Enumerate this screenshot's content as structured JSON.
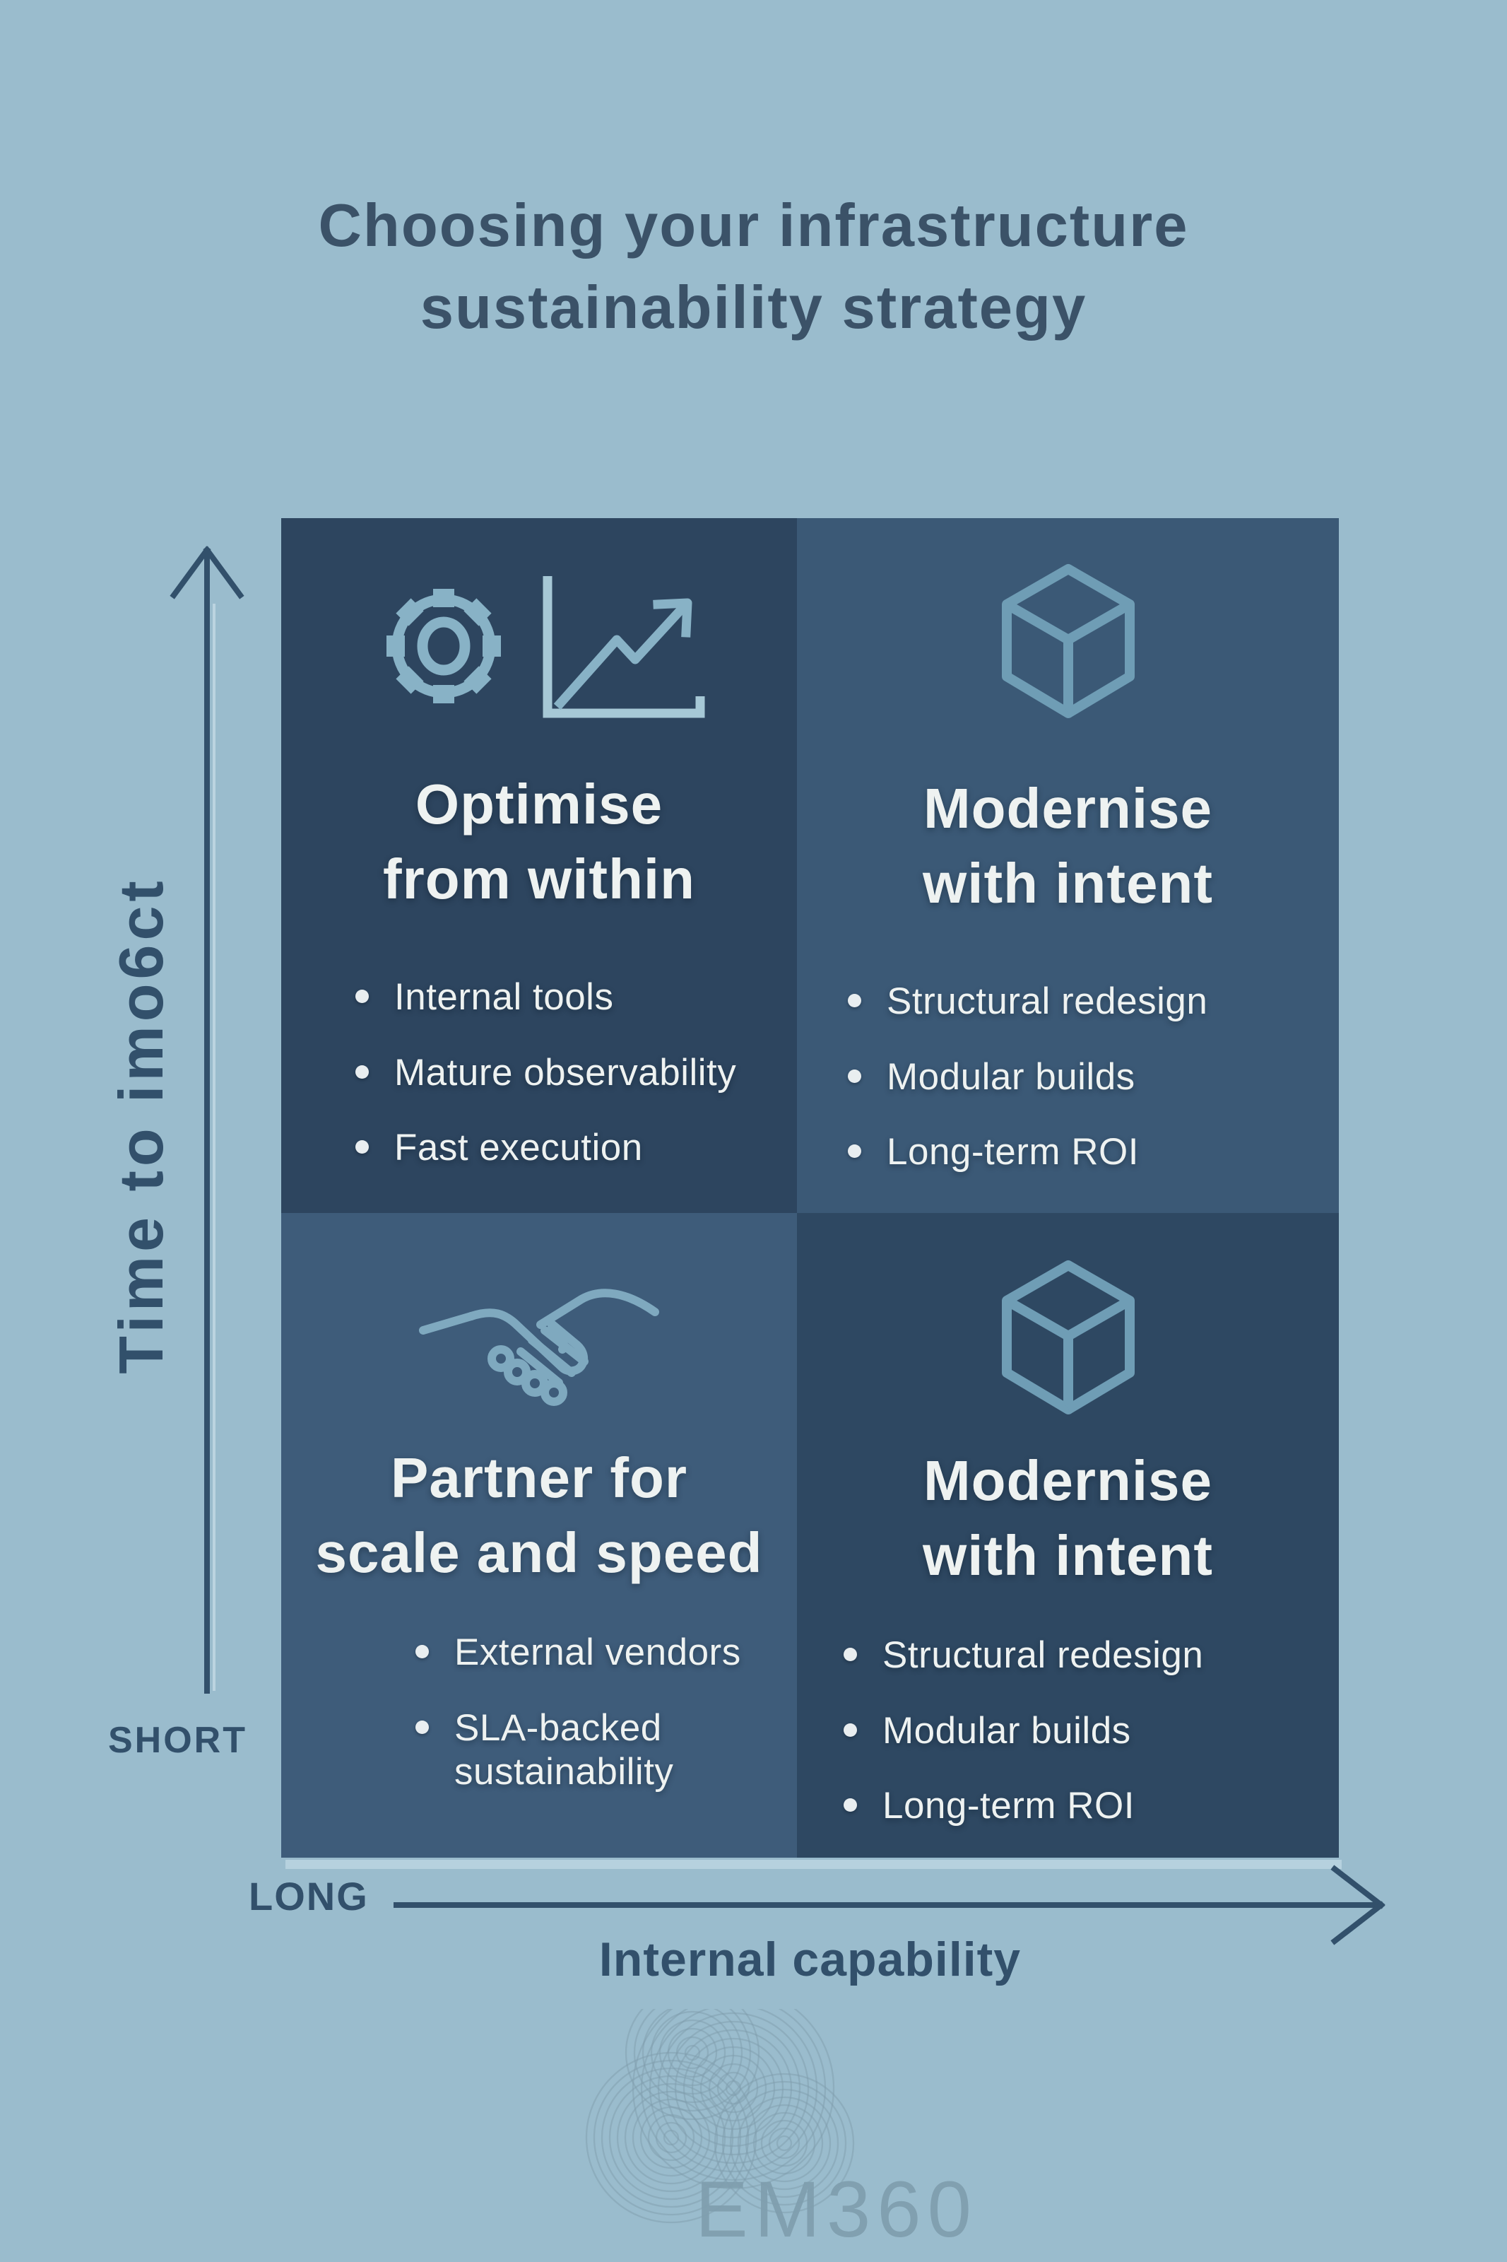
{
  "title": {
    "line1": "Choosing your infrastructure",
    "line2": "sustainability strategy"
  },
  "matrix": {
    "quadrants": [
      {
        "name": "optimise-from-within",
        "icon": "gear-and-growth-chart",
        "heading_line1": "Optimise",
        "heading_line2": "from within",
        "bullets": [
          "Internal tools",
          "Mature observability",
          "Fast execution"
        ]
      },
      {
        "name": "modernise-with-intent-top",
        "icon": "cube",
        "heading_line1": "Modernise",
        "heading_line2": "with intent",
        "bullets": [
          "Structural redesign",
          "Modular builds",
          "Long-term ROI"
        ]
      },
      {
        "name": "partner-for-scale-and-speed",
        "icon": "handshake",
        "heading_line1": "Partner for",
        "heading_line2": "scale and speed",
        "bullets": [
          "External vendors",
          "SLA-backed sustainability"
        ]
      },
      {
        "name": "modernise-with-intent-bottom",
        "icon": "cube",
        "heading_line1": "Modernise",
        "heading_line2": "with intent",
        "bullets": [
          "Structural redesign",
          "Modular builds",
          "Long-term ROI"
        ]
      }
    ]
  },
  "axes": {
    "y_axis_label": "Time to imo6ct",
    "y_axis_low_label": "SHORT",
    "x_axis_low_label": "LONG",
    "x_axis_label": "Internal capability"
  },
  "branding": {
    "logo_text": "EM360"
  },
  "colors": {
    "background": "#9abccd",
    "title-text": "#3b5268",
    "axis": "#32506b",
    "q-tl": "#2d455f",
    "q-tr": "#3b5976",
    "q-bl": "#3e5c7a",
    "q-br": "#2e4862",
    "q-text": "#eef2f1",
    "bullet-dot": "#e9eef0",
    "icon-steel": "#88b2c6",
    "icon-chart-axis": "#a6c8d6",
    "icon-cube": "#6f9db5",
    "icon-handshake": "#7fa9bf",
    "logo": "#7f9eae"
  }
}
